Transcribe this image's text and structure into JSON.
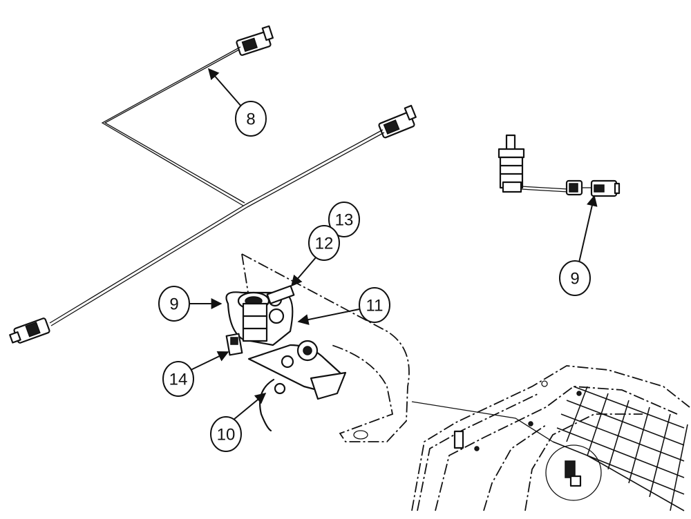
{
  "callouts": {
    "c8": "8",
    "c9_right": "9",
    "c13": "13",
    "c12": "12",
    "c9_left": "9",
    "c11": "11",
    "c14": "14",
    "c10": "10"
  },
  "colors": {
    "ink": "#111111",
    "background": "#ffffff"
  }
}
